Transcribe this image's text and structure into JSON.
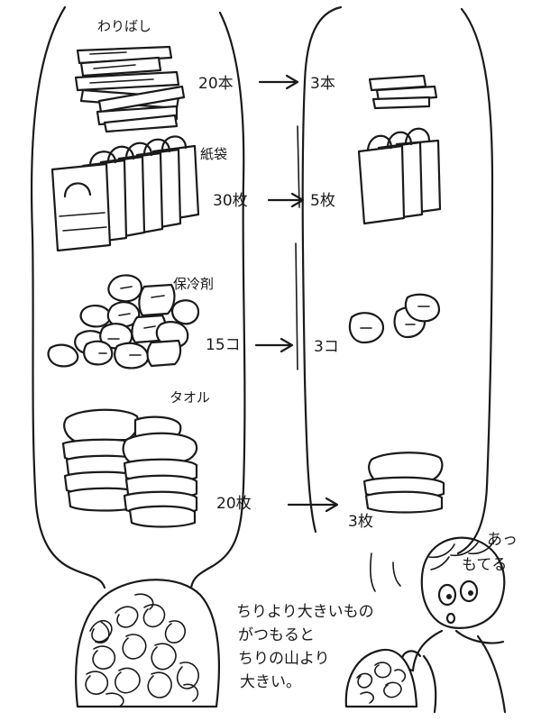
{
  "labels": {
    "chopsticks": "わりばし",
    "paper_bags": "紙袋",
    "ice_packs": "保冷剤",
    "towels": "タオル"
  },
  "counts": {
    "chopsticks_before": "20本",
    "chopsticks_after": "3本",
    "bags_before": "30枚",
    "bags_after": "5枚",
    "ice_before": "15コ",
    "ice_after": "3コ",
    "towels_before": "20枚",
    "towels_after": "3枚"
  },
  "caption": {
    "line1": "ちりより大きいもの",
    "line2": "がつもると",
    "line3": "ちりの山より",
    "line4": "大きい。"
  },
  "speech": {
    "line1": "あっ",
    "line2": "もてる"
  }
}
